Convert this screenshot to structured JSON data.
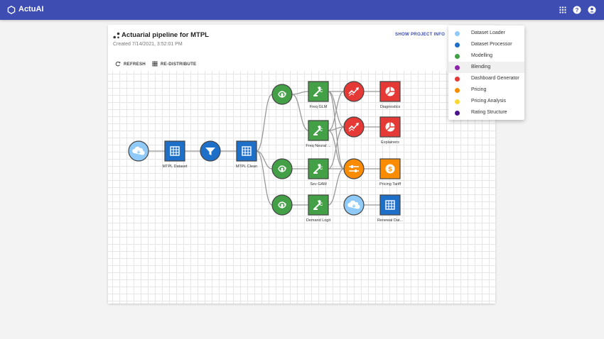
{
  "app": {
    "name": "ActuAI"
  },
  "header": {
    "icons": [
      "apps-grid-icon",
      "help-icon",
      "account-icon"
    ]
  },
  "project": {
    "title": "Actuarial pipeline for MTPL",
    "created": "Created 7/14/2021, 3:52:01 PM",
    "show_info_label": "SHOW PROJECT INFO"
  },
  "toolbar": {
    "refresh_label": "REFRESH",
    "redistribute_label": "RE-DISTRIBUTE"
  },
  "colors": {
    "topbar": "#3d4db2",
    "dataset_loader": "#90caf9",
    "dataset_processor": "#1e6fc8",
    "modelling": "#43a047",
    "blending": "#8e24aa",
    "dashboard_generator": "#e53935",
    "pricing": "#fb8c00",
    "pricing_analysis": "#fdd835",
    "rating_structure": "#4a148c"
  },
  "legend": {
    "items": [
      {
        "label": "Dataset Loader",
        "color": "#90caf9"
      },
      {
        "label": "Dataset Processor",
        "color": "#1e6fc8"
      },
      {
        "label": "Modelling",
        "color": "#43a047"
      },
      {
        "label": "Blending",
        "color": "#8e24aa",
        "active": true
      },
      {
        "label": "Dashboard Generator",
        "color": "#e53935"
      },
      {
        "label": "Pricing",
        "color": "#fb8c00"
      },
      {
        "label": "Pricing Analysis",
        "color": "#fdd835"
      },
      {
        "label": "Rating Structure",
        "color": "#4a148c"
      }
    ]
  },
  "graph": {
    "nodes": [
      {
        "id": "loader1",
        "label": "",
        "icon": "cloud-download-icon",
        "category": "Dataset Loader"
      },
      {
        "id": "mtpl",
        "label": "MTPL Dataset",
        "icon": "table-grid-icon",
        "category": "Dataset Processor"
      },
      {
        "id": "filter",
        "label": "",
        "icon": "filter-icon",
        "category": "Dataset Processor"
      },
      {
        "id": "clean",
        "label": "MTPL Clean",
        "icon": "table-grid-icon",
        "category": "Dataset Processor"
      },
      {
        "id": "split1",
        "label": "",
        "icon": "model-split-icon",
        "category": "Modelling"
      },
      {
        "id": "split2",
        "label": "",
        "icon": "model-split-icon",
        "category": "Modelling"
      },
      {
        "id": "split3",
        "label": "",
        "icon": "model-split-icon",
        "category": "Modelling"
      },
      {
        "id": "freq_glm",
        "label": "Freq GLM",
        "icon": "model-icon",
        "category": "Modelling"
      },
      {
        "id": "freq_nn",
        "label": "Freq Neural ...",
        "icon": "model-icon",
        "category": "Modelling"
      },
      {
        "id": "sev_gam",
        "label": "Sev GAM",
        "icon": "model-icon",
        "category": "Modelling"
      },
      {
        "id": "demand",
        "label": "Demand Logit",
        "icon": "model-icon",
        "category": "Modelling"
      },
      {
        "id": "trend1",
        "label": "",
        "icon": "trend-icon",
        "category": "Dashboard Generator"
      },
      {
        "id": "trend2",
        "label": "",
        "icon": "trend-icon",
        "category": "Dashboard Generator"
      },
      {
        "id": "tune",
        "label": "",
        "icon": "sliders-icon",
        "category": "Pricing"
      },
      {
        "id": "loader2",
        "label": "",
        "icon": "cloud-download-icon",
        "category": "Dataset Loader"
      },
      {
        "id": "diag",
        "label": "Diagnostics",
        "icon": "pie-chart-icon",
        "category": "Dashboard Generator"
      },
      {
        "id": "expl",
        "label": "Explainers",
        "icon": "pie-chart-icon",
        "category": "Dashboard Generator"
      },
      {
        "id": "tariff",
        "label": "Pricing Tariff",
        "icon": "dollar-icon",
        "category": "Pricing"
      },
      {
        "id": "renewal",
        "label": "Renewal Dat...",
        "icon": "table-grid-icon",
        "category": "Dataset Processor"
      }
    ],
    "edges": [
      [
        "loader1",
        "mtpl"
      ],
      [
        "mtpl",
        "filter"
      ],
      [
        "filter",
        "clean"
      ],
      [
        "clean",
        "split1"
      ],
      [
        "clean",
        "split2"
      ],
      [
        "clean",
        "split3"
      ],
      [
        "split1",
        "freq_glm"
      ],
      [
        "split1",
        "freq_nn"
      ],
      [
        "split2",
        "sev_gam"
      ],
      [
        "split3",
        "demand"
      ],
      [
        "freq_glm",
        "trend1"
      ],
      [
        "freq_glm",
        "trend2"
      ],
      [
        "freq_glm",
        "tune"
      ],
      [
        "freq_nn",
        "trend1"
      ],
      [
        "freq_nn",
        "trend2"
      ],
      [
        "freq_nn",
        "tune"
      ],
      [
        "sev_gam",
        "trend2"
      ],
      [
        "sev_gam",
        "tune"
      ],
      [
        "demand",
        "tune"
      ],
      [
        "trend1",
        "diag"
      ],
      [
        "trend2",
        "expl"
      ],
      [
        "tune",
        "tariff"
      ],
      [
        "loader2",
        "renewal"
      ]
    ]
  }
}
